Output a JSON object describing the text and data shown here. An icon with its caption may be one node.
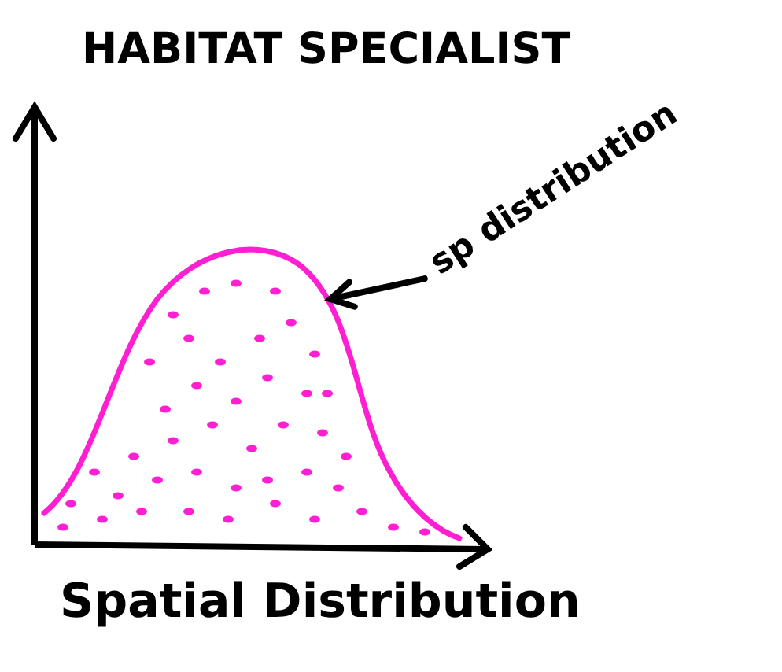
{
  "diagram": {
    "title": "HABITAT SPECIALIST",
    "nodes": [
      {
        "text": [
          "sp distribution"
        ]
      },
      {
        "text": [],
        "shape": "curve"
      }
    ],
    "edges": [
      {
        "from": 0,
        "to": 1,
        "arrow": "to"
      }
    ],
    "labels": [
      "Spatial Distribution"
    ]
  }
}
